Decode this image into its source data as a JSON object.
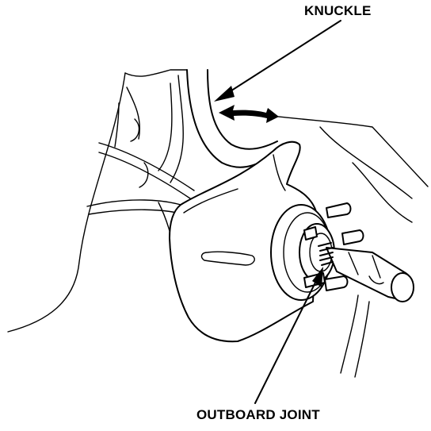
{
  "labels": {
    "knuckle": "KNUCKLE",
    "outboard_joint": "OUTBOARD JOINT"
  },
  "icons": {
    "rotation_arrow": "curved-double-arrow",
    "leader_arrow": "pointer-arrow"
  },
  "colors": {
    "line": "#000000",
    "background": "#ffffff"
  }
}
